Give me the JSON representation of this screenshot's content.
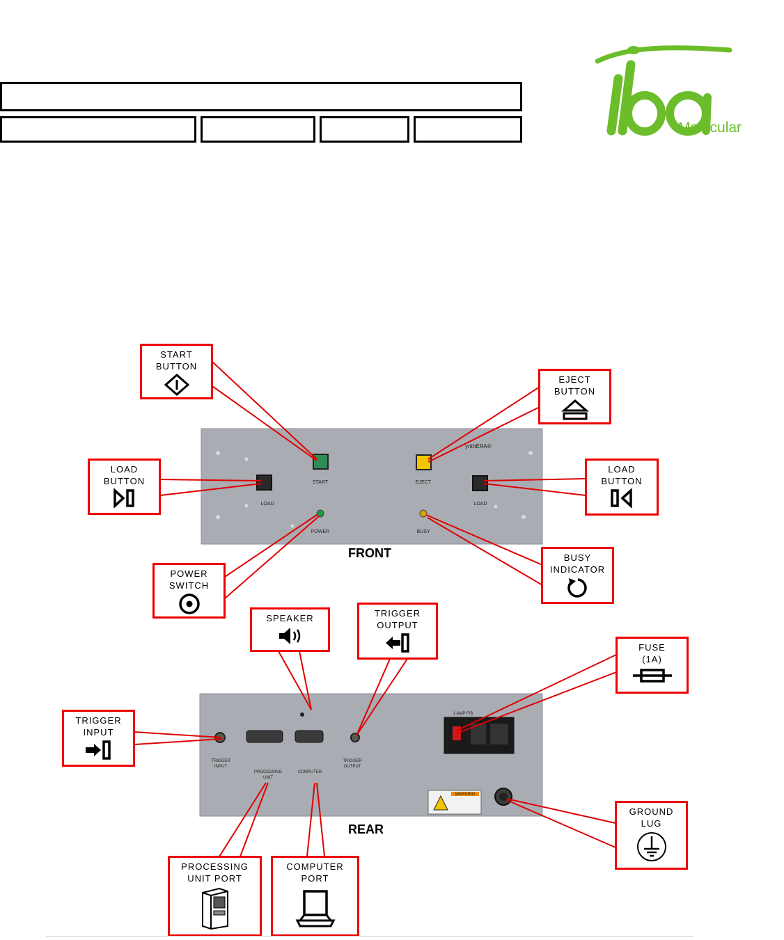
{
  "logo": {
    "mark": "iba",
    "word": "Molecular",
    "color": "#6cbd2a"
  },
  "panels": {
    "front_title": "FRONT",
    "rear_title": "REAR",
    "brand": "ynthERA®"
  },
  "front_labels": {
    "start": "START",
    "eject": "EJECT",
    "load_left": "LOAD",
    "load_right": "LOAD",
    "power": "POWER",
    "busy": "BUSY"
  },
  "rear_labels": {
    "trigger_input": "TRIGGER\nINPUT",
    "processing_unit": "PROCESSING\nUNIT",
    "computer": "COMPUTER",
    "trigger_output": "TRIGGER\nOUTPUT",
    "fuse_rating": "1 AMP F/B",
    "warning": "WARNING"
  },
  "callouts": {
    "start_button": "START\nBUTTON",
    "eject_button": "EJECT\nBUTTON",
    "load_button_left": "LOAD\nBUTTON",
    "load_button_right": "LOAD\nBUTTON",
    "power_switch": "POWER\nSWITCH",
    "busy_indicator": "BUSY\nINDICATOR",
    "speaker": "SPEAKER",
    "trigger_output": "TRIGGER\nOUTPUT",
    "fuse": "FUSE\n(1A)",
    "trigger_input": "TRIGGER\nINPUT",
    "ground_lug": "GROUND\nLUG",
    "processing_unit_port": "PROCESSING\nUNIT PORT",
    "computer_port": "COMPUTER\nPORT"
  },
  "colors": {
    "callout_border": "#e00000",
    "panel": "#a9acb2",
    "start_button": "#2e8b57",
    "eject_button": "#f2c500",
    "power_led": "#1f9a3a",
    "busy_led": "#d9a400"
  }
}
